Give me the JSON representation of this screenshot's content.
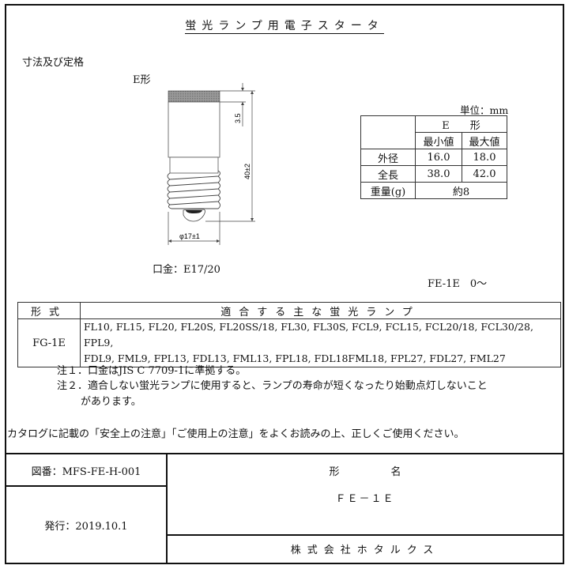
{
  "document": {
    "title": "蛍光ランプ用電子スタータ",
    "section_label": "寸法及び定格",
    "shape_label": "E形",
    "base_label": "口金：E17/20",
    "drawing": {
      "dim_cap_height": "3.5",
      "dim_total_length": "40±2",
      "dim_diameter": "φ17±1"
    },
    "spec_table": {
      "unit": "単位：mm",
      "group_header": "E　　形",
      "col_min": "最小値",
      "col_max": "最大値",
      "rows": [
        {
          "label": "外径",
          "min": "16.0",
          "max": "18.0"
        },
        {
          "label": "全長",
          "min": "38.0",
          "max": "42.0"
        }
      ],
      "weight_label": "重量(g)",
      "weight_value": "約8"
    },
    "model_note": "FE-1E　0～",
    "lamp_table": {
      "header_model": "形式",
      "header_lamps": "適合する主な蛍光ランプ",
      "model": "FG-1E",
      "lamps_line1": "FL10, FL15, FL20, FL20S, FL20SS/18, FL30, FL30S, FCL9, FCL15, FCL20/18, FCL30/28, FPL9,",
      "lamps_line2": "FDL9, FML9, FPL13, FDL13, FML13, FPL18, FDL18FML18, FPL27, FDL27, FML27"
    },
    "notes": [
      "注１．口金はJIS C 7709-1に準拠する。",
      "注２．適合しない蛍光ランプに使用すると、ランプの寿命が短くなったり始動点灯しないこと",
      "があります。"
    ],
    "caution": "カタログに記載の「安全上の注意」「ご使用上の注意」をよくお読みの上、正しくご使用ください。",
    "title_block": {
      "drawing_number": "図番：MFS-FE-H-001",
      "issued": "発行：2019.10.1",
      "model_name_label": "形　　　　　名",
      "model_name": "ＦＥ－１Ｅ",
      "company": "株式会社ホタルクス"
    }
  }
}
